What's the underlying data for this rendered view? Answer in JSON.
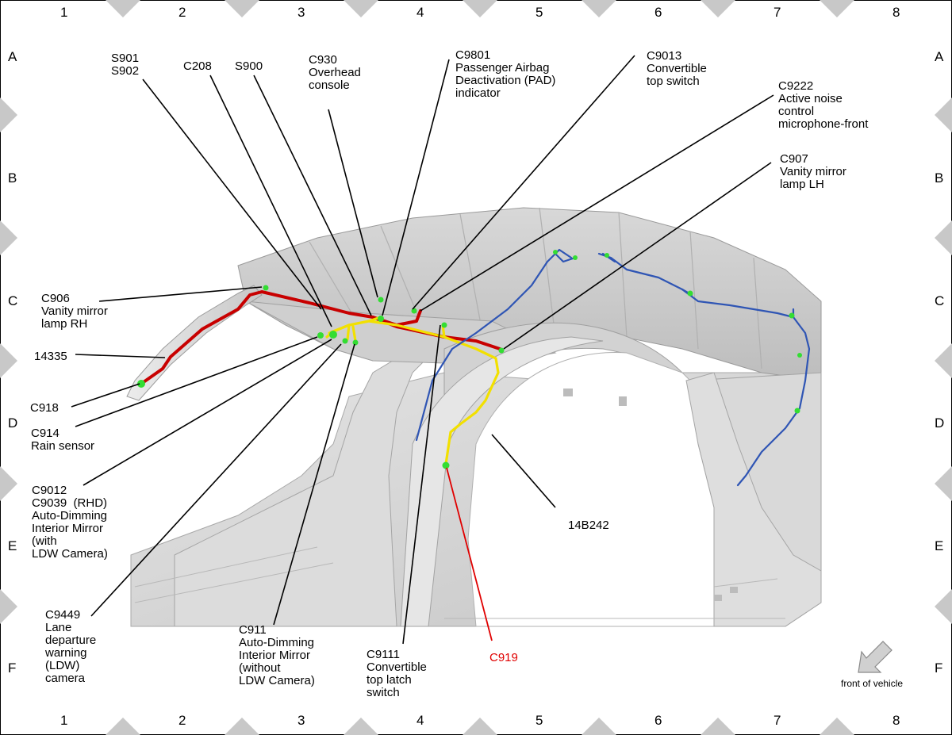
{
  "grid": {
    "columns": [
      "1",
      "2",
      "3",
      "4",
      "5",
      "6",
      "7",
      "8"
    ],
    "rows": [
      "A",
      "B",
      "C",
      "D",
      "E",
      "F"
    ]
  },
  "labels": {
    "s901": "S901\nS902",
    "c208": "C208",
    "s900": "S900",
    "c930": "C930\nOverhead\nconsole",
    "c9801": "C9801\nPassenger Airbag\nDeactivation (PAD)\nindicator",
    "c9013": "C9013\nConvertible\ntop switch",
    "c9222": "C9222\nActive noise\ncontrol\nmicrophone-front",
    "c907": "C907\nVanity mirror\nlamp LH",
    "c906": "C906\nVanity mirror\nlamp RH",
    "n14335": "14335",
    "c918": "C918",
    "c914": "C914\nRain sensor",
    "c9012": "C9012\nC9039  (RHD)\nAuto-Dimming\nInterior Mirror\n(with\nLDW Camera)",
    "c9449": "C9449\nLane\ndeparture\nwarning\n(LDW)\ncamera",
    "c911": "C911\nAuto-Dimming\nInterior Mirror\n(without\nLDW Camera)",
    "c9111": "C9111\nConvertible\ntop latch\nswitch",
    "c919": "C919",
    "n14b242": "14B242",
    "front": "front of vehicle"
  },
  "colors": {
    "harness_red": "#c80000",
    "harness_yellow": "#f2e000",
    "harness_blue": "#2f55b4",
    "connector_green": "#33dd33",
    "highlight_red": "#e00000"
  }
}
